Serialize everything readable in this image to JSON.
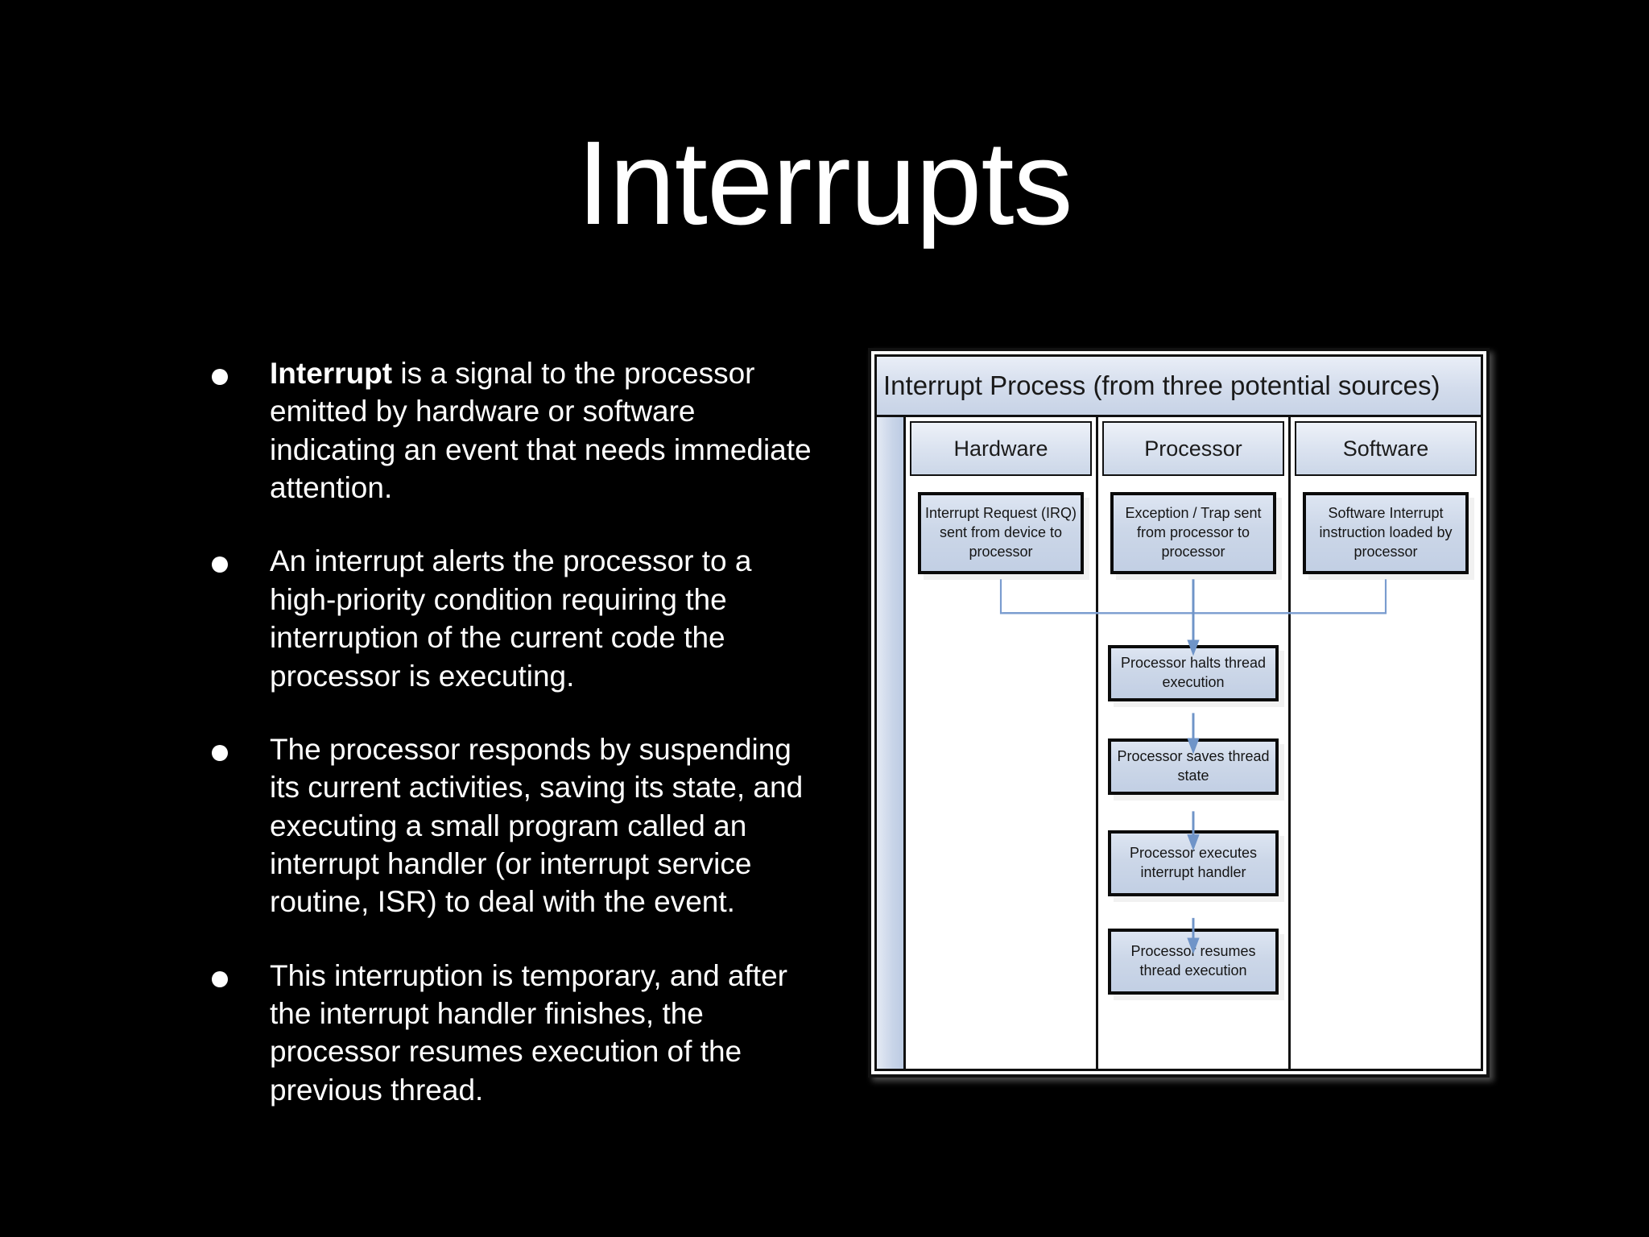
{
  "slide": {
    "title": "Interrupts",
    "background_color": "#000000",
    "text_color": "#ffffff"
  },
  "bullets": [
    {
      "lead": "Interrupt",
      "rest": " is a signal to the processor emitted by hardware or software indicating an event that needs immediate attention."
    },
    {
      "lead": "",
      "rest": " An interrupt alerts the processor to a high-priority condition requiring the interruption of the current code the processor is executing."
    },
    {
      "lead": "",
      "rest": "The processor responds by suspending its current activities, saving its state, and executing a small program called an interrupt handler (or interrupt service routine, ISR) to deal with the event."
    },
    {
      "lead": "",
      "rest": "This interruption is temporary, and after the interrupt handler finishes, the processor resumes execution of the previous thread."
    }
  ],
  "diagram": {
    "title": "Interrupt Process (from three potential sources)",
    "accent_color": "#6f94c8",
    "box_fill": "#ccd7e8",
    "border_color": "#0b0b0b",
    "lanes": [
      {
        "header": "Hardware",
        "source_box": "Interrupt Request (IRQ) sent from device to processor"
      },
      {
        "header": "Processor",
        "source_box": "Exception / Trap sent from processor to processor"
      },
      {
        "header": "Software",
        "source_box": "Software Interrupt instruction loaded by processor"
      }
    ],
    "chain": [
      "Processor halts thread execution",
      "Processor saves thread state",
      "Processor executes interrupt handler",
      "Processor resumes thread execution"
    ]
  }
}
